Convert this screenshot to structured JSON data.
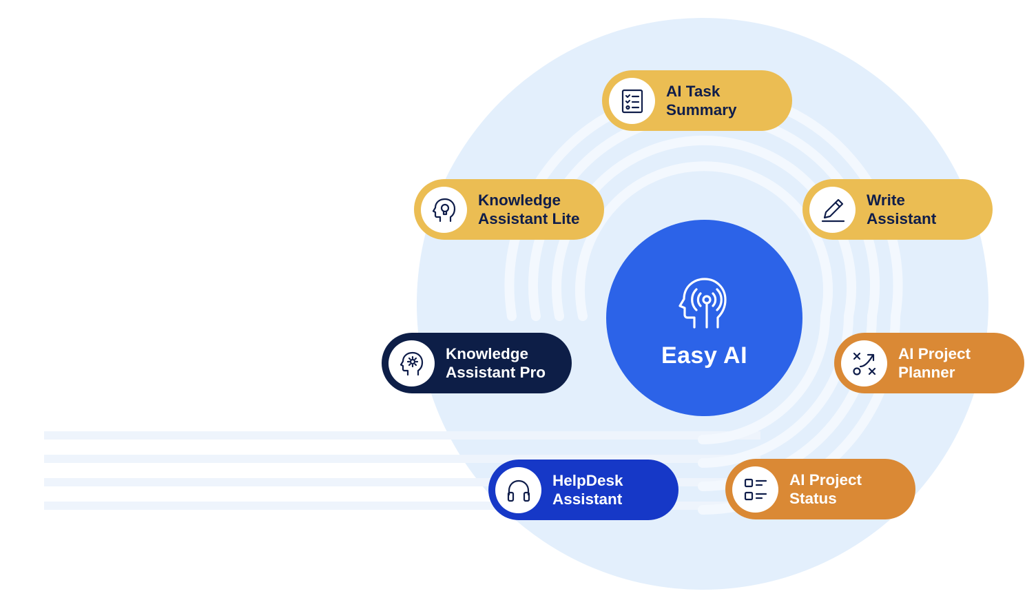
{
  "hub": {
    "title": "Easy AI",
    "icon": "ai-head-signal-icon"
  },
  "colors": {
    "background_circle": "#e3effc",
    "rings": "#f3f8fe",
    "hub": "#2c63e8",
    "gold": "#ebbd53",
    "orange": "#da8935",
    "navy": "#0d1e47",
    "blue": "#1638c7",
    "dark_text": "#0f1d4a"
  },
  "nodes": [
    {
      "id": "ai-task-summary",
      "line1": "AI Task",
      "line2": "Summary",
      "icon": "checklist-icon",
      "color": "gold"
    },
    {
      "id": "knowledge-assistant-lite",
      "line1": "Knowledge",
      "line2": "Assistant Lite",
      "icon": "head-lightbulb-icon",
      "color": "gold"
    },
    {
      "id": "write-assistant",
      "line1": "Write",
      "line2": "Assistant",
      "icon": "pen-icon",
      "color": "gold"
    },
    {
      "id": "knowledge-assistant-pro",
      "line1": "Knowledge",
      "line2": "Assistant Pro",
      "icon": "head-gear-icon",
      "color": "navy"
    },
    {
      "id": "ai-project-planner",
      "line1": "AI Project",
      "line2": "Planner",
      "icon": "strategy-icon",
      "color": "orange"
    },
    {
      "id": "helpdesk-assistant",
      "line1": "HelpDesk",
      "line2": "Assistant",
      "icon": "headphones-icon",
      "color": "blue"
    },
    {
      "id": "ai-project-status",
      "line1": "AI Project",
      "line2": "Status",
      "icon": "status-list-icon",
      "color": "orange"
    }
  ]
}
